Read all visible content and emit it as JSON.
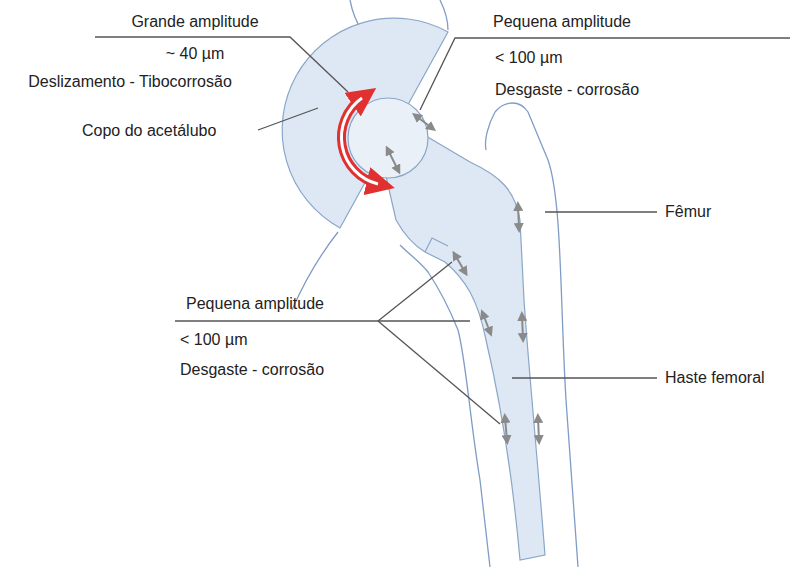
{
  "diagram": {
    "labels": [
      "Grande amplitude",
      "~ 40 µm",
      "Deslizamento - Tibocorrosão",
      "Copo do acetálubo",
      "Pequena amplitude",
      "< 100 µm",
      "Desgaste - corrosão",
      "Fêmur",
      "Pequena amplitude",
      "< 100 µm",
      "Desgaste - corrosão",
      "Haste femoral"
    ]
  }
}
